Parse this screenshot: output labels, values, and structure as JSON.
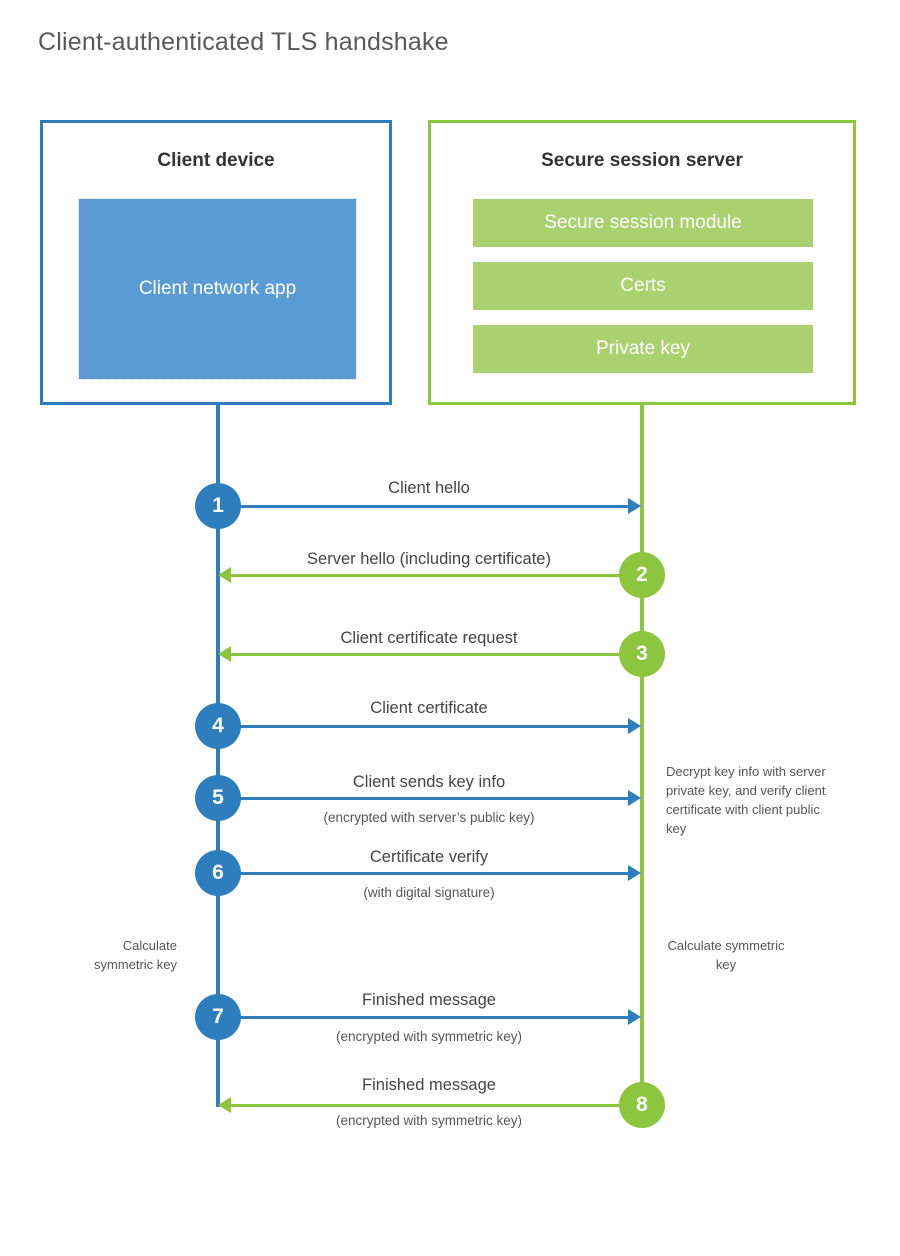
{
  "title": "Client-authenticated TLS handshake",
  "colors": {
    "client_blue": "#2e7ebe",
    "client_app_fill": "#5b9bd5",
    "server_green": "#8cc63e",
    "server_block_fill": "#a9d170",
    "title_text": "#595959",
    "body_text": "#444444",
    "background": "#ffffff"
  },
  "client": {
    "title": "Client device",
    "app_label": "Client network app"
  },
  "server": {
    "title": "Secure session server",
    "blocks": [
      {
        "label": "Secure session module"
      },
      {
        "label": "Certs"
      },
      {
        "label": "Private key"
      }
    ]
  },
  "steps": [
    {
      "number": "1",
      "label": "Client hello",
      "sublabel": "",
      "direction": "client-to-server",
      "color": "blue"
    },
    {
      "number": "2",
      "label": "Server hello (including certificate)",
      "sublabel": "",
      "direction": "server-to-client",
      "color": "green"
    },
    {
      "number": "3",
      "label": "Client certificate request",
      "sublabel": "",
      "direction": "server-to-client",
      "color": "green"
    },
    {
      "number": "4",
      "label": "Client certificate",
      "sublabel": "",
      "direction": "client-to-server",
      "color": "blue"
    },
    {
      "number": "5",
      "label": "Client sends key info",
      "sublabel": "(encrypted with server’s public key)",
      "direction": "client-to-server",
      "color": "blue"
    },
    {
      "number": "6",
      "label": "Certificate verify",
      "sublabel": "(with digital signature)",
      "direction": "client-to-server",
      "color": "blue"
    },
    {
      "number": "7",
      "label": "Finished message",
      "sublabel": "(encrypted with symmetric key)",
      "direction": "client-to-server",
      "color": "blue"
    },
    {
      "number": "8",
      "label": "Finished message",
      "sublabel": "(encrypted with symmetric key)",
      "direction": "server-to-client",
      "color": "green"
    }
  ],
  "notes": {
    "server_decrypt": "Decrypt key info with server private key, and verify client certificate with client public key",
    "client_calculate": "Calculate symmetric key",
    "server_calculate": "Calculate symmetric key"
  }
}
